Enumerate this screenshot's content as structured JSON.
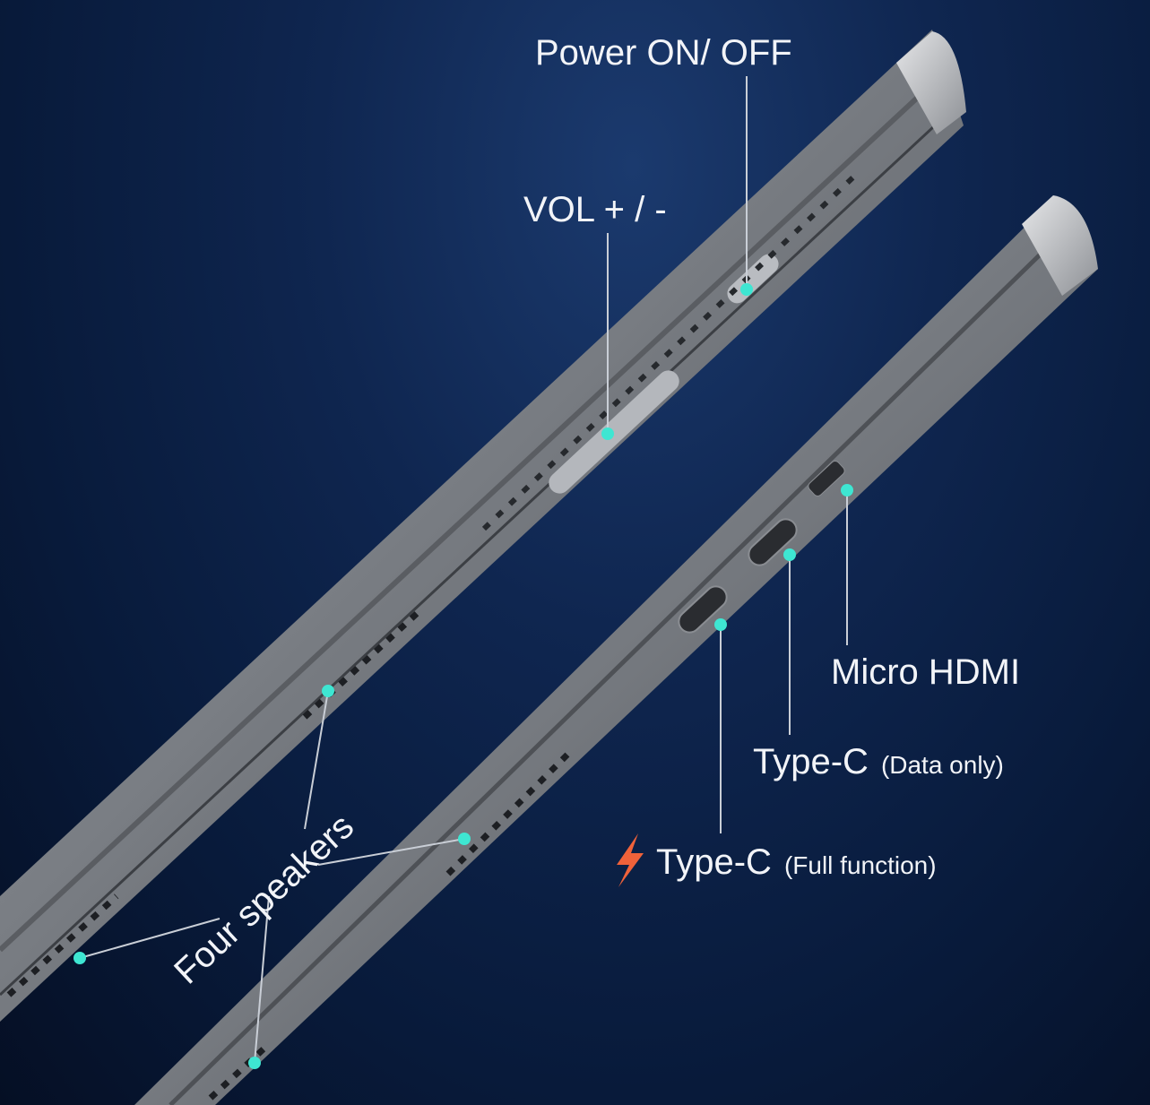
{
  "labels": {
    "power": "Power ON/ OFF",
    "volume": "VOL + / -",
    "micro_hdmi": "Micro HDMI",
    "type_c_data": "Type-C",
    "type_c_data_note": "(Data only)",
    "type_c_full": "Type-C",
    "type_c_full_note": "(Full function)",
    "speakers": "Four speakers"
  },
  "colors": {
    "accent_dot": "#3ee6d2",
    "lightning": "#f0623a",
    "background": "#0f2650"
  }
}
